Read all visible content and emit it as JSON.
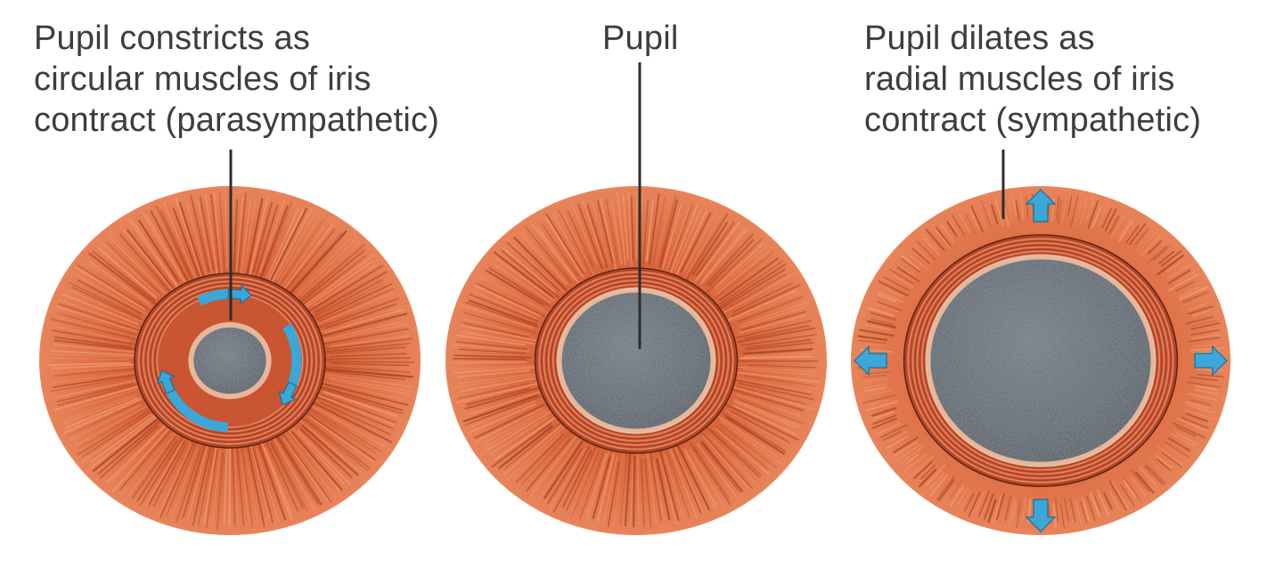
{
  "labels": {
    "constrict": [
      "Pupil constricts as",
      "circular muscles of iris",
      "contract (parasympathetic)"
    ],
    "pupil": [
      "Pupil"
    ],
    "dilate": [
      "Pupil dilates as",
      "radial muscles of iris",
      "contract (sympathetic)"
    ]
  },
  "panels": [
    {
      "name": "constricted",
      "pupil_fraction": 0.19,
      "arrows": "circular"
    },
    {
      "name": "normal",
      "pupil_fraction": 0.39,
      "arrows": "none"
    },
    {
      "name": "dilated",
      "pupil_fraction": 0.58,
      "arrows": "radial"
    }
  ],
  "colors": {
    "iris": "#d9663c",
    "iris_dark": "#9c3a1f",
    "iris_light": "#f2a07a",
    "pupil": "#3c4754",
    "pupil_light": "#6a7682",
    "arrow": "#3aa7d8",
    "text": "#3d3d3d",
    "leader": "#2e2e2e"
  }
}
